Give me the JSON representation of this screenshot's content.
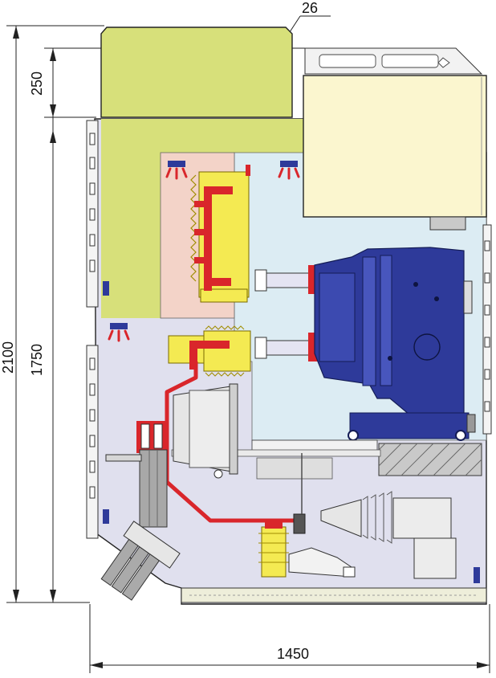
{
  "labels": {
    "callout": "26",
    "dim_top": "250",
    "dim_height_total": "2100",
    "dim_height_body": "1750",
    "dim_width": "1450"
  },
  "colors": {
    "top_chamber": "#d7e07a",
    "lv_box": "#fbf6cf",
    "busbar_chamber": "#f3d3c8",
    "breaker_chamber": "#dcecf3",
    "cable_chamber": "#e0e0ee",
    "insulator_yellow": "#f4ea52",
    "conductor_red": "#d9262b",
    "breaker_blue": "#2e3a9a",
    "grey_part": "#c9c9c9"
  },
  "icons": [
    "vent-flap-icon",
    "vent-flap-icon",
    "vent-flap-icon"
  ]
}
